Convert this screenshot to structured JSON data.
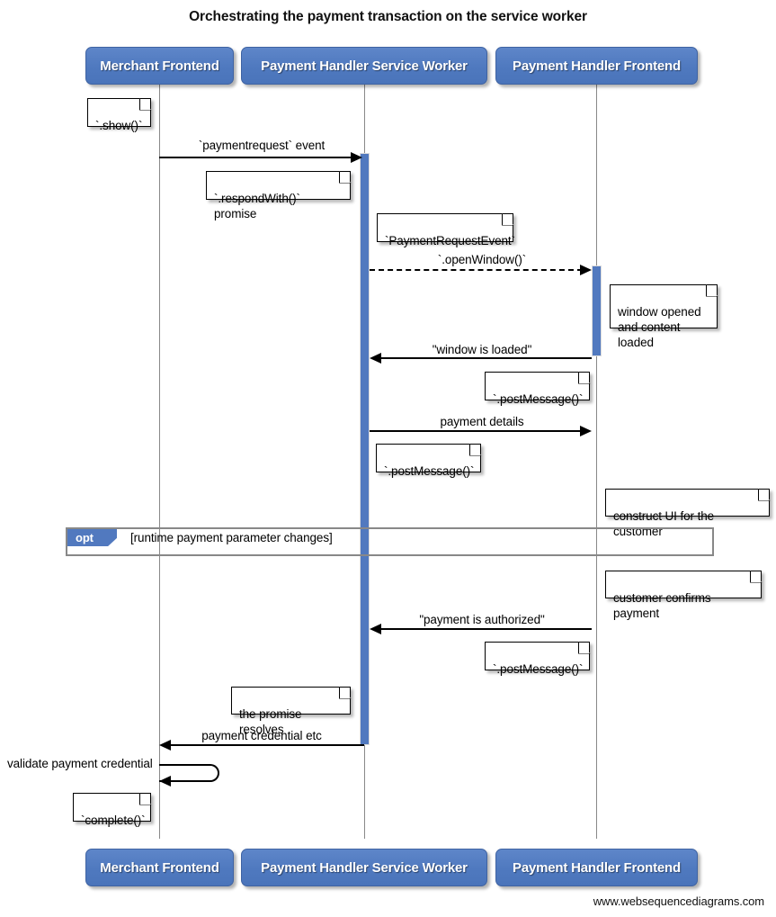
{
  "title": "Orchestrating the payment transaction on the service worker",
  "footer": {
    "credit": "www.websequencediagrams.com"
  },
  "participants": [
    {
      "id": "merchant-frontend",
      "label": "Merchant Frontend"
    },
    {
      "id": "payment-handler-service-worker",
      "label": "Payment Handler Service Worker"
    },
    {
      "id": "payment-handler-frontend",
      "label": "Payment Handler Frontend"
    }
  ],
  "participants_bottom": [
    {
      "id": "merchant-frontend",
      "label": "Merchant Frontend"
    },
    {
      "id": "payment-handler-service-worker",
      "label": "Payment Handler Service Worker"
    },
    {
      "id": "payment-handler-frontend",
      "label": "Payment Handler Frontend"
    }
  ],
  "messages": [
    {
      "id": "paymentrequest-event",
      "label": "`paymentrequest` event",
      "from": "merchant-frontend",
      "to": "payment-handler-service-worker",
      "style": "solid",
      "direction": "right"
    },
    {
      "id": "openwindow",
      "label": "`.openWindow()`",
      "from": "payment-handler-service-worker",
      "to": "payment-handler-frontend",
      "style": "dashed",
      "direction": "right"
    },
    {
      "id": "window-is-loaded",
      "label": "\"window is loaded\"",
      "from": "payment-handler-frontend",
      "to": "payment-handler-service-worker",
      "style": "solid",
      "direction": "left"
    },
    {
      "id": "payment-details",
      "label": "payment details",
      "from": "payment-handler-service-worker",
      "to": "payment-handler-frontend",
      "style": "solid",
      "direction": "right"
    },
    {
      "id": "payment-is-authorized",
      "label": "\"payment is authorized\"",
      "from": "payment-handler-frontend",
      "to": "payment-handler-service-worker",
      "style": "solid",
      "direction": "left"
    },
    {
      "id": "payment-credential-etc",
      "label": "payment credential etc",
      "from": "payment-handler-service-worker",
      "to": "merchant-frontend",
      "style": "solid",
      "direction": "left"
    },
    {
      "id": "validate-payment-credential",
      "label": "validate payment credential",
      "from": "merchant-frontend",
      "to": "merchant-frontend",
      "style": "self",
      "direction": "left"
    }
  ],
  "notes": [
    {
      "id": "note-show",
      "text": "`.show()`"
    },
    {
      "id": "note-respondwith-promise",
      "text": "`.respondWith()` promise"
    },
    {
      "id": "note-paymentrequestevent",
      "text": "`PaymentRequestEvent`"
    },
    {
      "id": "note-window-opened",
      "text": "window opened\nand content loaded"
    },
    {
      "id": "note-postmessage-1",
      "text": "`.postMessage()`"
    },
    {
      "id": "note-postmessage-2",
      "text": "`.postMessage()`"
    },
    {
      "id": "note-construct-ui",
      "text": "construct UI for the customer"
    },
    {
      "id": "note-customer-confirms",
      "text": "customer confirms payment"
    },
    {
      "id": "note-postmessage-3",
      "text": "`.postMessage()`"
    },
    {
      "id": "note-promise-resolves",
      "text": "the promise resolves"
    },
    {
      "id": "note-complete",
      "text": "`complete()`"
    }
  ],
  "fragment": {
    "id": "opt-fragment",
    "operator": "opt",
    "guard": "[runtime payment parameter changes]"
  },
  "colors": {
    "participant_fill": "#5179bf",
    "participant_border": "#3f63a2",
    "activation_fill": "#5179bf",
    "lifeline": "#888888",
    "fragment_border": "#888888",
    "note_border": "#000000",
    "text": "#000000"
  }
}
